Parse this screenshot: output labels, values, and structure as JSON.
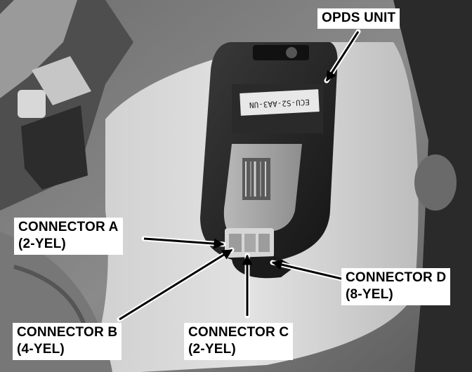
{
  "labels": {
    "opds_unit": "OPDS UNIT",
    "connector_a": {
      "name": "CONNECTOR A",
      "spec": "(2-YEL)"
    },
    "connector_b": {
      "name": "CONNECTOR B",
      "spec": "(4-YEL)"
    },
    "connector_c": {
      "name": "CONNECTOR C",
      "spec": "(2-YEL)"
    },
    "connector_d": {
      "name": "CONNECTOR D",
      "spec": "(8-YEL)"
    }
  },
  "device_sticker_text": "ECU-S2-AA3-UN"
}
